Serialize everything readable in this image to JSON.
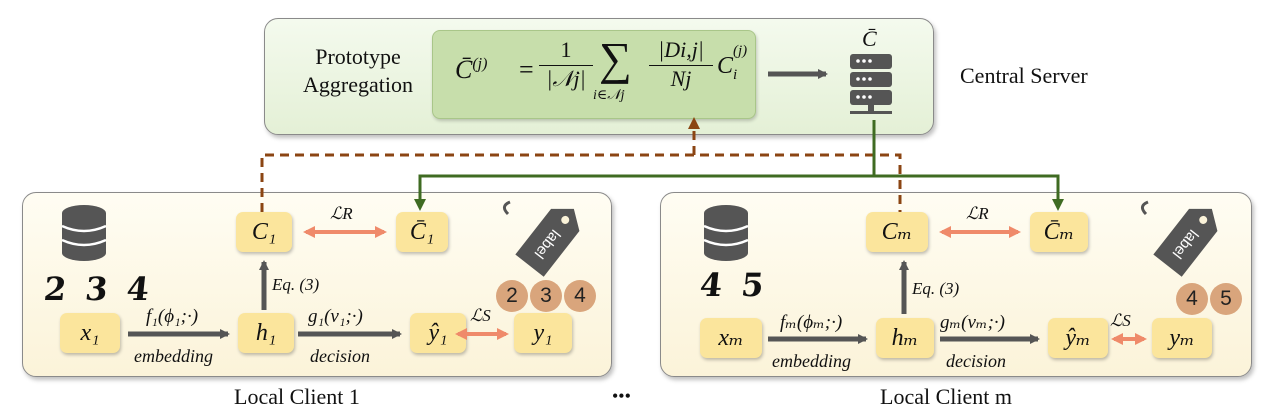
{
  "server": {
    "left_label_line1": "Prototype",
    "left_label_line2": "Aggregation",
    "formula": {
      "lhs": "C̄",
      "lhs_sup": "(j)",
      "eq": "=",
      "frac1_num": "1",
      "frac1_den": "|𝒩j|",
      "sum": "∑",
      "sum_sub": "i∈𝒩j",
      "frac2_num": "|Di,j|",
      "frac2_den": "Nj",
      "term": "C",
      "term_sub": "i",
      "term_sup": "(j)"
    },
    "icon_label": "C̄",
    "name": "Central Server"
  },
  "clients": [
    {
      "caption": "Local Client 1",
      "digits": "2 3 4",
      "label_tag": "label",
      "classes": [
        "2",
        "3",
        "4"
      ],
      "nodes": {
        "x": "x₁",
        "h": "h₁",
        "yhat": "ŷ₁",
        "y": "y₁",
        "C": "C₁",
        "Cbar": "C̄₁"
      },
      "f_label": "f₁(ϕ₁;·)",
      "g_label": "g₁(v₁;·)",
      "embedding": "embedding",
      "decision": "decision",
      "eq_label": "Eq. (3)",
      "LR": "ℒR",
      "LS": "ℒS"
    },
    {
      "caption": "Local Client m",
      "digits": "4 5",
      "label_tag": "label",
      "classes": [
        "4",
        "5"
      ],
      "nodes": {
        "x": "xₘ",
        "h": "hₘ",
        "yhat": "ŷₘ",
        "y": "yₘ",
        "C": "Cₘ",
        "Cbar": "C̄ₘ"
      },
      "f_label": "fₘ(ϕₘ;·)",
      "g_label": "gₘ(vₘ;·)",
      "embedding": "embedding",
      "decision": "decision",
      "eq_label": "Eq. (3)",
      "LR": "ℒR",
      "LS": "ℒS"
    }
  ],
  "ellipsis": "•••",
  "colors": {
    "upload_dashed": "#8b4513",
    "download": "#3f6b22",
    "loss_arrow": "#ef8a6a",
    "flow_arrow": "#555555",
    "node_fill": "#fbe59c",
    "server_panel": "#e7f2db",
    "client_panel": "#fcf5df"
  },
  "icons": [
    "server-rack-icon",
    "database-icon",
    "label-tag-icon"
  ]
}
